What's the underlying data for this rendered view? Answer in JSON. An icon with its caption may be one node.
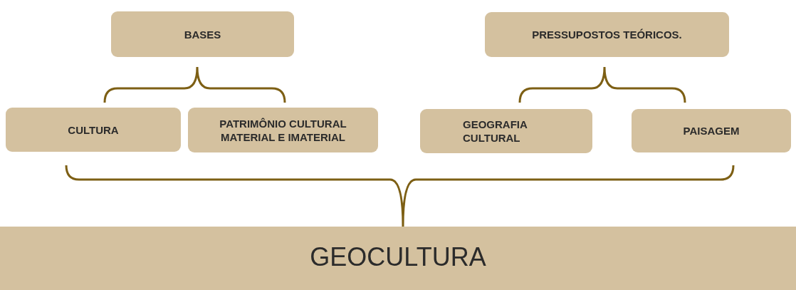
{
  "diagram": {
    "nodes": [
      {
        "text": [
          "BASES"
        ]
      },
      {
        "text": [
          "PRESSUPOSTOS TEÓRICOS."
        ]
      },
      {
        "text": [
          "CULTURA"
        ]
      },
      {
        "text": [
          "PATRIMÔNIO CULTURAL MATERIAL E IMATERIAL"
        ]
      },
      {
        "text": [
          "GEOGRAFIA CULTURAL"
        ]
      },
      {
        "text": [
          "PAISAGEM"
        ]
      },
      {
        "text": [
          "GEOCULTURA"
        ]
      }
    ],
    "edges": []
  }
}
